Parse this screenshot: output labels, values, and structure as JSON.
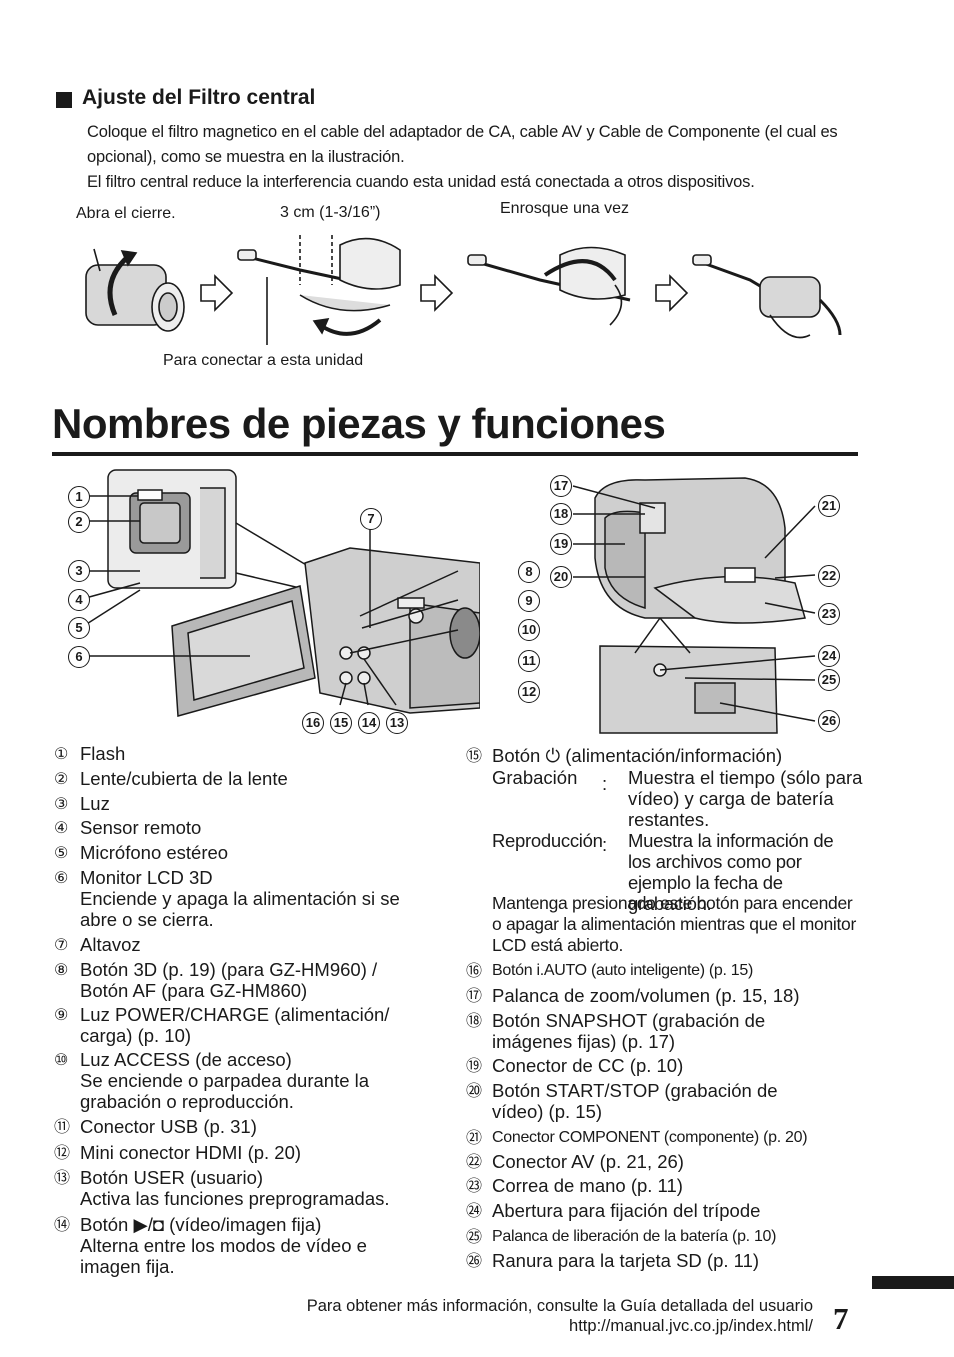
{
  "section": {
    "title": "Ajuste del Filtro central",
    "paragraph1": "Coloque el filtro magnetico en el cable del adaptador de CA, cable AV y Cable de Componente (el cual es opcional), como se muestra en la ilustración.",
    "paragraph2": "El filtro central reduce la interferencia cuando esta unidad está conectada a otros dispositivos."
  },
  "filter_illustration": {
    "label_open": "Abra el cierre.",
    "label_length": "3 cm (1-3/16”)",
    "label_wind": "Enrosque una vez",
    "label_connect": "Para conectar a esta unidad"
  },
  "main_title": "Nombres de piezas y funciones",
  "callouts": [
    "1",
    "2",
    "3",
    "4",
    "5",
    "6",
    "7",
    "8",
    "9",
    "10",
    "11",
    "12",
    "13",
    "14",
    "15",
    "16",
    "17",
    "18",
    "19",
    "20",
    "21",
    "22",
    "23",
    "24",
    "25",
    "26"
  ],
  "parts_left": [
    {
      "num": "①",
      "text": "Flash"
    },
    {
      "num": "②",
      "text": "Lente/cubierta de la lente"
    },
    {
      "num": "③",
      "text": "Luz"
    },
    {
      "num": "④",
      "text": "Sensor remoto"
    },
    {
      "num": "⑤",
      "text": "Micrófono estéreo"
    },
    {
      "num": "⑥",
      "text": "Monitor LCD 3D\nEnciende y apaga la alimentación si se\nabre o se cierra."
    },
    {
      "num": "⑦",
      "text": "Altavoz"
    },
    {
      "num": "⑧",
      "text": "Botón 3D (p. 19) (para GZ-HM960) /\nBotón AF (para GZ-HM860)"
    },
    {
      "num": "⑨",
      "text": "Luz POWER/CHARGE (alimentación/\ncarga) (p. 10)"
    },
    {
      "num": "⑩",
      "text": "Luz ACCESS (de acceso)\nSe enciende o parpadea durante la\ngrabación o reproducción."
    },
    {
      "num": "⑪",
      "text": "Conector USB (p. 31)"
    },
    {
      "num": "⑫",
      "text": "Mini conector HDMI (p. 20)"
    },
    {
      "num": "⑬",
      "text": "Botón USER (usuario)\nActiva las funciones preprogramadas."
    },
    {
      "num": "⑭",
      "text": "Botón ▶/◘ (vídeo/imagen fija)\nAlterna entre los modos de vídeo e\nimagen fija."
    }
  ],
  "item15": {
    "num": "⑮",
    "text": "Botón ⏻ (alimentación/información)",
    "rec_key": "Grabación",
    "rec_val": "Muestra el tiempo (sólo para vídeo) y carga de batería restantes.",
    "play_key": "Reproducción",
    "play_val": "Muestra la información de los archivos como por ejemplo la fecha de grabación.",
    "colon": ":",
    "note": "Mantenga presionado este botón para encender o apagar la alimentación mientras que el monitor LCD está abierto."
  },
  "parts_right": [
    {
      "num": "⑯",
      "text": "Botón i.AUTO (auto inteligente) (p. 15)"
    },
    {
      "num": "⑰",
      "text": "Palanca de zoom/volumen (p. 15, 18)"
    },
    {
      "num": "⑱",
      "text": "Botón SNAPSHOT (grabación de\nimágenes fijas) (p. 17)"
    },
    {
      "num": "⑲",
      "text": "Conector de CC (p. 10)"
    },
    {
      "num": "⑳",
      "text": "Botón START/STOP (grabación de\nvídeo) (p. 15)"
    },
    {
      "num": "㉑",
      "text": "Conector COMPONENT (componente) (p. 20)"
    },
    {
      "num": "㉒",
      "text": "Conector AV (p. 21, 26)"
    },
    {
      "num": "㉓",
      "text": "Correa de mano (p. 11)"
    },
    {
      "num": "㉔",
      "text": "Abertura para fijación del trípode"
    },
    {
      "num": "㉕",
      "text": "Palanca de liberación de la batería (p. 10)"
    },
    {
      "num": "㉖",
      "text": "Ranura para la tarjeta SD (p. 11)"
    }
  ],
  "footer": {
    "line1": "Para obtener más información, consulte la Guía detallada del usuario",
    "line2": "http://manual.jvc.co.jp/index.html/",
    "page": "7"
  }
}
